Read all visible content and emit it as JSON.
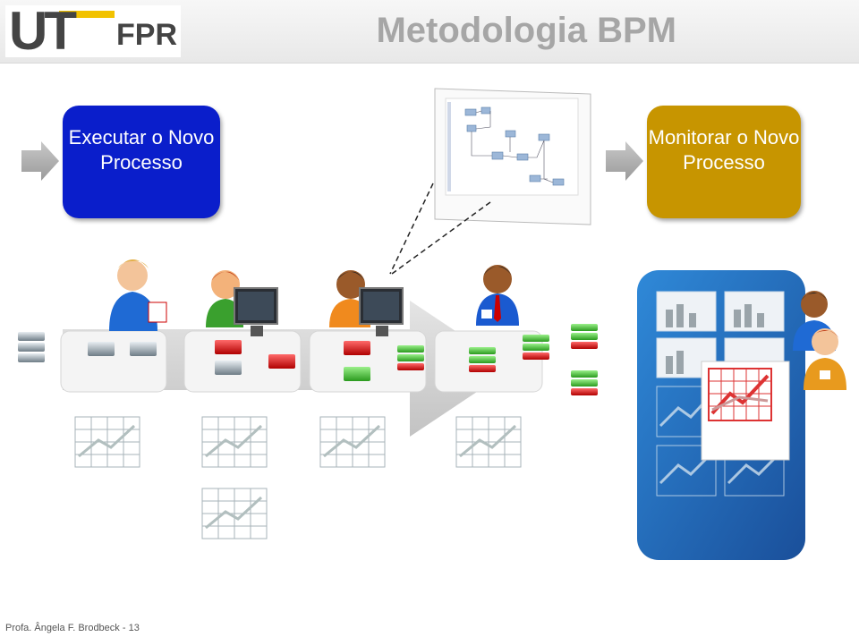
{
  "header": {
    "logo_text_a": "UT",
    "logo_text_b": "FPR",
    "title": "Metodologia BPM"
  },
  "boxes": {
    "execute": "Executar o Novo Processo",
    "monitor": "Monitorar o Novo Processo"
  },
  "footer": "Profa. Ângela F. Brodbeck - 13",
  "colors": {
    "execute_box": "#0a1ecb",
    "monitor_box": "#c79500",
    "dashboard": "#2a6fc0"
  }
}
